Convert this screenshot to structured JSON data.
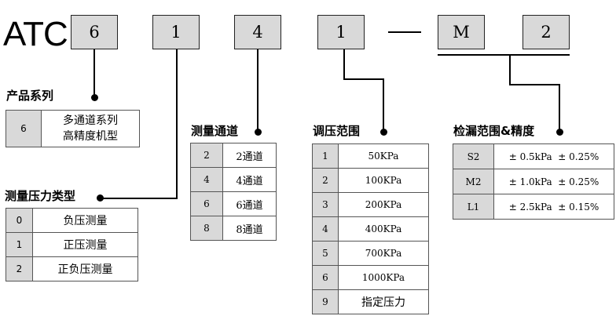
{
  "brand": "ATC",
  "code_segments": [
    "6",
    "1",
    "4",
    "1",
    "M",
    "2"
  ],
  "dash": "——",
  "sections": {
    "series": {
      "title": "产品系列",
      "rows": [
        {
          "code": "6",
          "desc_line1": "多通道系列",
          "desc_line2": "高精度机型"
        }
      ]
    },
    "pressure_type": {
      "title": "测量压力类型",
      "rows": [
        {
          "code": "0",
          "desc": "负压测量"
        },
        {
          "code": "1",
          "desc": "正压测量"
        },
        {
          "code": "2",
          "desc": "正负压测量"
        }
      ]
    },
    "channels": {
      "title": "测量通道",
      "rows": [
        {
          "code": "2",
          "desc": "2通道"
        },
        {
          "code": "4",
          "desc": "4通道"
        },
        {
          "code": "6",
          "desc": "6通道"
        },
        {
          "code": "8",
          "desc": "8通道"
        }
      ]
    },
    "range": {
      "title": "调压范围",
      "rows": [
        {
          "code": "1",
          "desc": "50KPa"
        },
        {
          "code": "2",
          "desc": "100KPa"
        },
        {
          "code": "3",
          "desc": "200KPa"
        },
        {
          "code": "4",
          "desc": "400KPa"
        },
        {
          "code": "5",
          "desc": "700KPa"
        },
        {
          "code": "6",
          "desc": "1000KPa"
        },
        {
          "code": "9",
          "desc": "指定压力"
        }
      ]
    },
    "leak": {
      "title": "检漏范围&精度",
      "rows": [
        {
          "code": "S2",
          "desc": "± 0.5kPa  ± 0.25%"
        },
        {
          "code": "M2",
          "desc": "± 1.0kPa  ± 0.25%"
        },
        {
          "code": "L1",
          "desc": "± 2.5kPa  ± 0.15%"
        }
      ]
    }
  }
}
